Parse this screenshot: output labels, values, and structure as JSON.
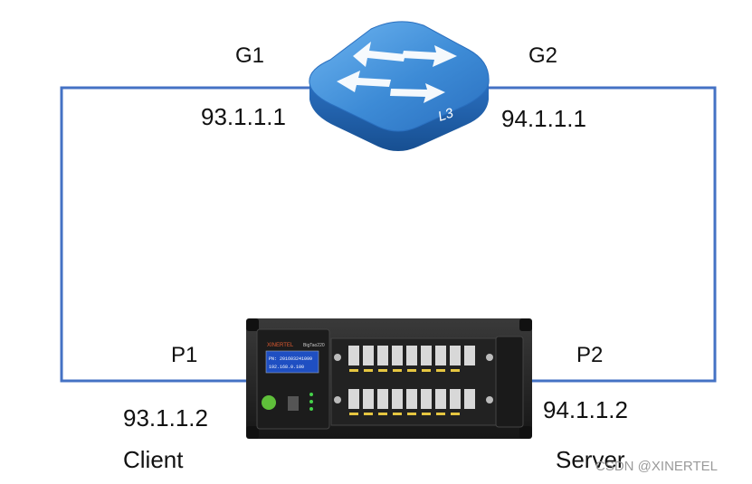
{
  "switch": {
    "label": "L3",
    "ports": {
      "left": "G1",
      "right": "G2"
    },
    "left_ip": "93.1.1.1",
    "right_ip": "94.1.1.1"
  },
  "tester": {
    "brand": "XINERTEL",
    "model": "BigTao220",
    "lcd": [
      "PN: 201603241099",
      "192.168.0.100"
    ],
    "ports": {
      "left": "P1",
      "right": "P2"
    },
    "left_ip": "93.1.1.2",
    "right_ip": "94.1.1.2",
    "left_role": "Client",
    "right_role": "Server"
  },
  "watermark": "CSDN @XINERTEL",
  "colors": {
    "link": "#4472c4",
    "switch_top": "#3d8bd6",
    "switch_side": "#1e5fa6",
    "chassis": "#2a2a2a"
  }
}
